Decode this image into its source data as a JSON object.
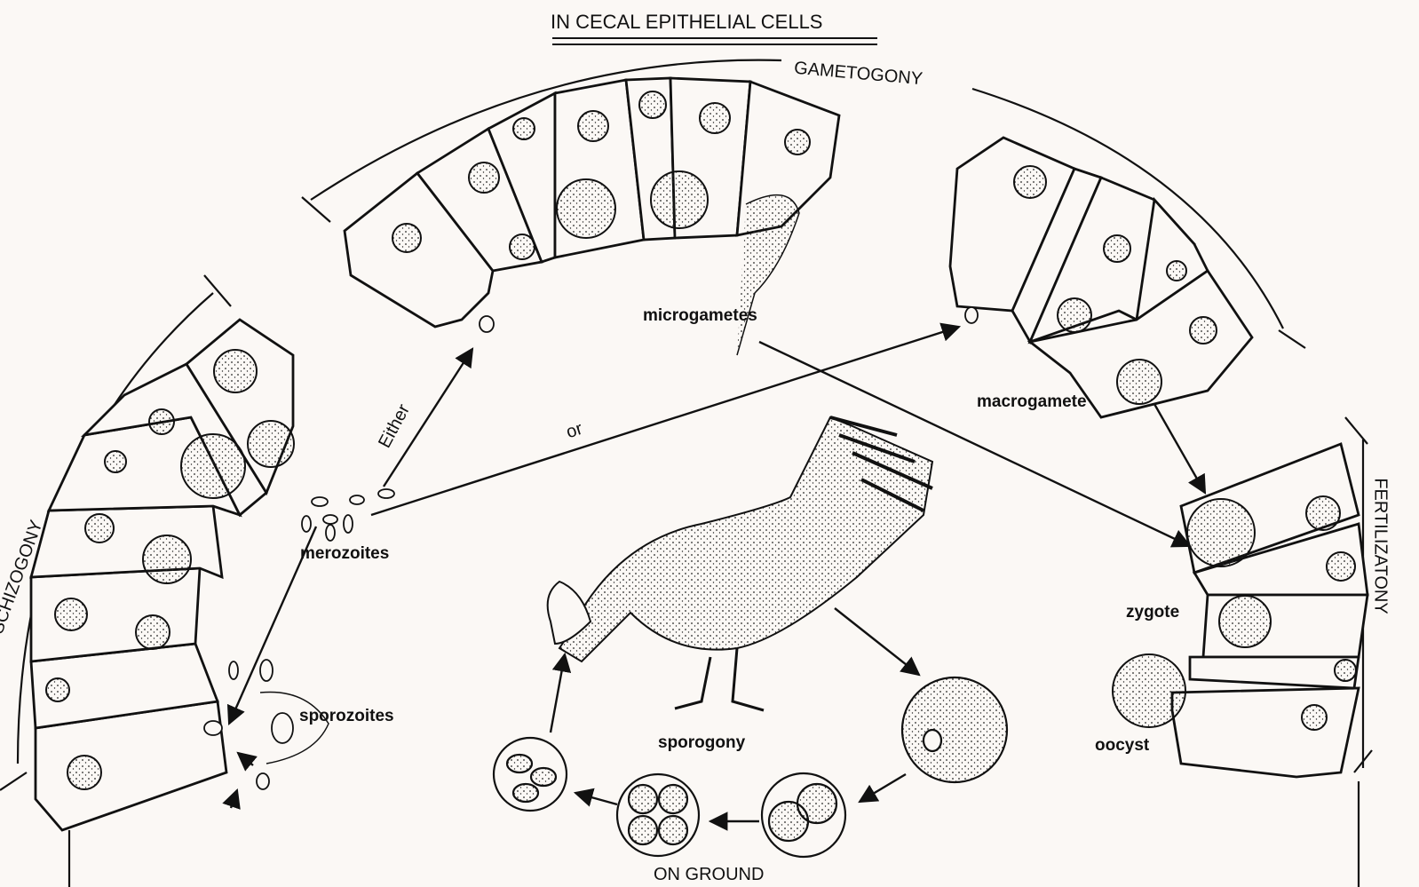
{
  "header": {
    "title": "IN CECAL EPITHELIAL CELLS"
  },
  "stages": {
    "gametogony": "GAMETOGONY",
    "schizogony": "SCHIZOGONY",
    "fertilization": "FERTILIZATONY",
    "ground": "ON GROUND"
  },
  "labels": {
    "microgametes": "microgametes",
    "macrogamete": "macrogamete",
    "merozoites": "merozoites",
    "sporozoites": "sporozoites",
    "zygote": "zygote",
    "oocyst": "oocyst",
    "sporogony": "sporogony",
    "either": "Either",
    "or": "or"
  }
}
